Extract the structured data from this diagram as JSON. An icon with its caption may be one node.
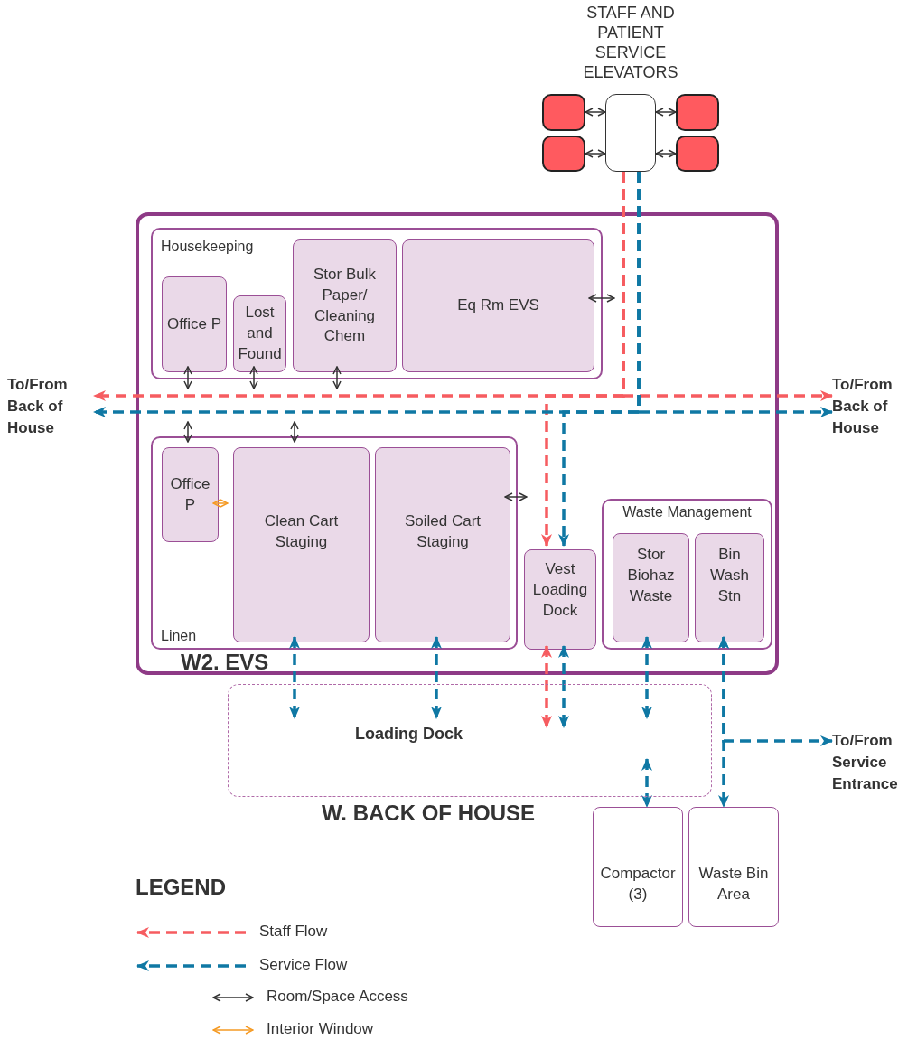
{
  "diagram": {
    "nodes": [
      {
        "text": [
          "STAFF AND PATIENT SERVICE ELEVATORS"
        ]
      },
      {
        "text": [],
        "shape": "box"
      },
      {
        "text": [],
        "shape": "box"
      },
      {
        "text": [],
        "shape": "box"
      },
      {
        "text": [],
        "shape": "box"
      },
      {
        "text": [
          "W2. EVS"
        ]
      },
      {
        "text": [
          "Housekeeping"
        ],
        "in": 5
      },
      {
        "text": [
          "Office P"
        ],
        "in": 6
      },
      {
        "text": [
          "Lost and Found"
        ],
        "in": 6
      },
      {
        "text": [
          "Stor Bulk Paper/ Cleaning Chem"
        ],
        "in": 6
      },
      {
        "text": [
          "Eq Rm EVS"
        ],
        "in": 6
      },
      {
        "text": [
          "Linen"
        ],
        "in": 5
      },
      {
        "text": [
          "Office P"
        ],
        "in": 11
      },
      {
        "text": [
          "Clean Cart Staging"
        ],
        "in": 11
      },
      {
        "text": [
          "Soiled Cart Staging"
        ],
        "in": 11
      },
      {
        "text": [
          "Vest Loading Dock"
        ],
        "in": 5
      },
      {
        "text": [
          "Waste Management"
        ],
        "in": 5
      },
      {
        "text": [
          "Stor Biohaz Waste"
        ],
        "in": 16
      },
      {
        "text": [
          "Bin Wash Stn"
        ],
        "in": 16
      },
      {
        "text": [
          "Loading Dock"
        ]
      },
      {
        "text": [
          "Compactor (3)"
        ]
      },
      {
        "text": [
          "Waste Bin Area"
        ]
      },
      {
        "text": [
          "To/From Back of House"
        ]
      },
      {
        "text": [
          "To/From Back of House"
        ]
      },
      {
        "text": [
          "To/From Service Entrance"
        ]
      }
    ],
    "edges": [
      {
        "from": 0,
        "to": 1,
        "arrow": "both"
      },
      {
        "from": 0,
        "to": 2,
        "arrow": "both"
      },
      {
        "from": 0,
        "to": 3,
        "arrow": "both"
      },
      {
        "from": 0,
        "to": 4,
        "arrow": "both"
      },
      {
        "from": 7,
        "to": null,
        "arrow": "both"
      },
      {
        "from": 8,
        "to": null,
        "arrow": "both"
      },
      {
        "from": 9,
        "to": null,
        "arrow": "both"
      },
      {
        "from": 10,
        "to": null,
        "arrow": "both"
      },
      {
        "from": 12,
        "to": null,
        "arrow": "both"
      },
      {
        "from": 13,
        "to": null,
        "arrow": "both"
      },
      {
        "from": 14,
        "to": null,
        "arrow": "both"
      },
      {
        "from": 12,
        "to": 13,
        "arrow": "both",
        "color": "#f59a23"
      },
      {
        "from": 0,
        "to": 22,
        "arrow": "to",
        "style": "dashed",
        "color": "#f65c60"
      },
      {
        "from": 0,
        "to": 23,
        "arrow": "to",
        "style": "dashed",
        "color": "#f65c60"
      },
      {
        "from": 0,
        "to": 15,
        "arrow": "to",
        "style": "dashed",
        "color": "#f65c60"
      },
      {
        "from": 0,
        "to": 22,
        "arrow": "to",
        "style": "dashed",
        "color": "#0f78a4"
      },
      {
        "from": 0,
        "to": 23,
        "arrow": "to",
        "style": "dashed",
        "color": "#0f78a4"
      },
      {
        "from": 0,
        "to": 15,
        "arrow": "to",
        "style": "dashed",
        "color": "#0f78a4"
      },
      {
        "from": 15,
        "to": 19,
        "arrow": "both",
        "style": "dashed",
        "color": "#f65c60"
      },
      {
        "from": 15,
        "to": 19,
        "arrow": "both",
        "style": "dashed",
        "color": "#0f78a4"
      },
      {
        "from": 13,
        "to": 19,
        "arrow": "both",
        "style": "dashed",
        "color": "#0f78a4"
      },
      {
        "from": 14,
        "to": 19,
        "arrow": "both",
        "style": "dashed",
        "color": "#0f78a4"
      },
      {
        "from": 17,
        "to": 19,
        "arrow": "both",
        "style": "dashed",
        "color": "#0f78a4"
      },
      {
        "from": 19,
        "to": 20,
        "arrow": "both",
        "style": "dashed",
        "color": "#0f78a4"
      },
      {
        "from": 18,
        "to": 21,
        "arrow": "both",
        "style": "dashed",
        "color": "#0f78a4"
      },
      {
        "from": 18,
        "to": 24,
        "arrow": "both",
        "style": "dashed",
        "color": "#0f78a4"
      }
    ],
    "labels": [
      "W. BACK OF HOUSE",
      "LEGEND"
    ],
    "legend": [
      {
        "text": "Staff Flow"
      },
      {
        "text": "Service Flow"
      },
      {
        "text": "Room/Space Access"
      },
      {
        "text": "Interior Window"
      }
    ]
  }
}
